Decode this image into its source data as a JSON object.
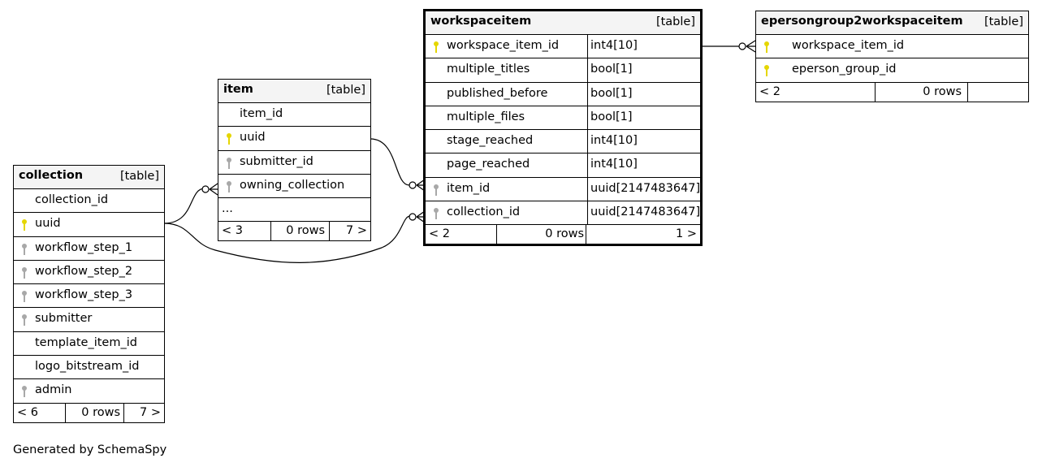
{
  "tables": {
    "collection": {
      "name": "collection",
      "type": "[table]",
      "columns": [
        {
          "name": "collection_id",
          "key": "none"
        },
        {
          "name": "uuid",
          "key": "primary"
        },
        {
          "name": "workflow_step_1",
          "key": "foreign"
        },
        {
          "name": "workflow_step_2",
          "key": "foreign"
        },
        {
          "name": "workflow_step_3",
          "key": "foreign"
        },
        {
          "name": "submitter",
          "key": "foreign"
        },
        {
          "name": "template_item_id",
          "key": "none"
        },
        {
          "name": "logo_bitstream_id",
          "key": "none"
        },
        {
          "name": "admin",
          "key": "foreign"
        }
      ],
      "footer": {
        "parents": "< 6",
        "rows": "0 rows",
        "children": "7 >"
      }
    },
    "item": {
      "name": "item",
      "type": "[table]",
      "columns": [
        {
          "name": "item_id",
          "key": "none"
        },
        {
          "name": "uuid",
          "key": "primary"
        },
        {
          "name": "submitter_id",
          "key": "foreign"
        },
        {
          "name": "owning_collection",
          "key": "foreign"
        },
        {
          "name": "...",
          "key": "none"
        }
      ],
      "footer": {
        "parents": "< 3",
        "rows": "0 rows",
        "children": "7 >"
      }
    },
    "workspaceitem": {
      "name": "workspaceitem",
      "type": "[table]",
      "columns": [
        {
          "name": "workspace_item_id",
          "type": "int4[10]",
          "key": "primary"
        },
        {
          "name": "multiple_titles",
          "type": "bool[1]",
          "key": "none"
        },
        {
          "name": "published_before",
          "type": "bool[1]",
          "key": "none"
        },
        {
          "name": "multiple_files",
          "type": "bool[1]",
          "key": "none"
        },
        {
          "name": "stage_reached",
          "type": "int4[10]",
          "key": "none"
        },
        {
          "name": "page_reached",
          "type": "int4[10]",
          "key": "none"
        },
        {
          "name": "item_id",
          "type": "uuid[2147483647]",
          "key": "foreign"
        },
        {
          "name": "collection_id",
          "type": "uuid[2147483647]",
          "key": "foreign"
        }
      ],
      "footer": {
        "parents": "< 2",
        "rows": "0 rows",
        "children": "1 >"
      }
    },
    "epersongroup2workspaceitem": {
      "name": "epersongroup2workspaceitem",
      "type": "[table]",
      "columns": [
        {
          "name": "workspace_item_id",
          "key": "primary"
        },
        {
          "name": "eperson_group_id",
          "key": "primary"
        }
      ],
      "footer": {
        "parents": "< 2",
        "rows": "0 rows",
        "children": ""
      }
    }
  },
  "colors": {
    "primary_key": "#e5d600",
    "foreign_key": "#a8a8a8",
    "header_bg": "#f4f4f4"
  },
  "credit": "Generated by SchemaSpy"
}
